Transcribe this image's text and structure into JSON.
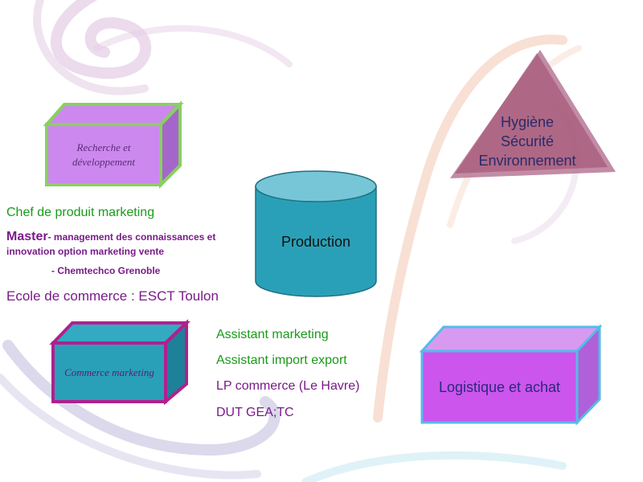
{
  "colors": {
    "green_text": "#1a9a1a",
    "purple_text": "#7a1a8a",
    "box_violet": "#cc88ee",
    "box_teal": "#2aa0b8",
    "box_magenta": "#cc55ee",
    "triangle": "#a05070"
  },
  "boxes": {
    "recherche": "Recherche et développement",
    "commerce": "Commerce marketing",
    "logistique": "Logistique et achat"
  },
  "cylinder": {
    "label": "Production"
  },
  "triangle": {
    "line1": "Hygiène",
    "line2": "Sécurité",
    "line3": "Environnement"
  },
  "left_texts": {
    "chef": "Chef de produit marketing",
    "master_strong": "Master",
    "master_rest": "- management des connaissances et",
    "master_line2": "innovation option marketing vente",
    "chemtechco": "- Chemtechco Grenoble",
    "ecole": "Ecole de commerce : ESCT Toulon"
  },
  "middle_texts": {
    "assistant_marketing": "Assistant marketing",
    "assistant_import": "Assistant import export",
    "lp_commerce": "LP commerce (Le Havre)",
    "dut": "DUT GEA;TC"
  }
}
